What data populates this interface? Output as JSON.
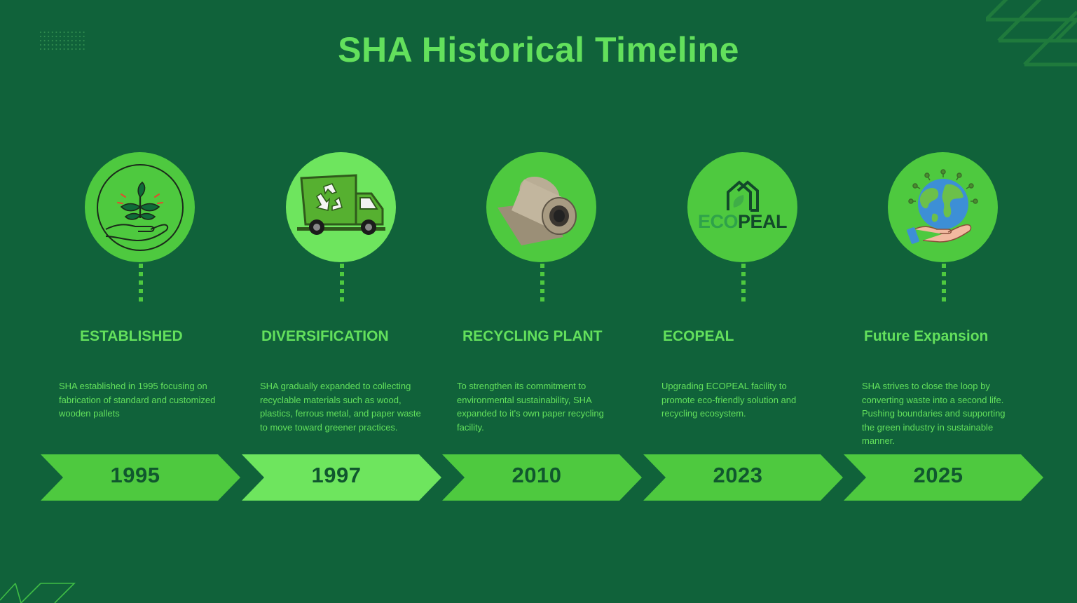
{
  "title": "SHA Historical Timeline",
  "milestones": [
    {
      "heading": "ESTABLISHED",
      "description": "SHA established in 1995 focusing on fabrication of standard and customized wooden pallets",
      "year": "1995",
      "icon": "hand-holding-plant-icon",
      "circle_color": "#4ec93f",
      "arrow_color": "#4ec93f"
    },
    {
      "heading": "DIVERSIFICATION",
      "description": "SHA gradually expanded to collecting recyclable materials such as wood, plastics, ferrous metal, and paper waste to move toward greener practices.",
      "year": "1997",
      "icon": "recycling-truck-icon",
      "circle_color": "#6ee55e",
      "arrow_color": "#6ee55e"
    },
    {
      "heading": "RECYCLING PLANT",
      "description": "To strengthen its commitment to environmental sustainability, SHA expanded to it's own paper recycling facility.",
      "year": "2010",
      "icon": "paper-roll-icon",
      "circle_color": "#4ec93f",
      "arrow_color": "#4ec93f"
    },
    {
      "heading": "ECOPEAL",
      "description": "Upgrading ECOPEAL facility to promote eco-friendly solution and recycling ecosystem.",
      "year": "2023",
      "icon": "ecopeal-logo",
      "logo_text_eco": "ECO",
      "logo_text_peal": "PEAL",
      "circle_color": "#4ec93f",
      "arrow_color": "#4ec93f"
    },
    {
      "heading": "Future Expansion",
      "description": "SHA strives to close the loop by converting waste into a second life. Pushing boundaries and supporting the green industry in  sustainable manner.",
      "year": "2025",
      "icon": "hand-holding-globe-icon",
      "circle_color": "#4ec93f",
      "arrow_color": "#4ec93f"
    }
  ],
  "colors": {
    "background": "#10623a",
    "accent": "#63e05c",
    "year_text": "#10572e"
  }
}
